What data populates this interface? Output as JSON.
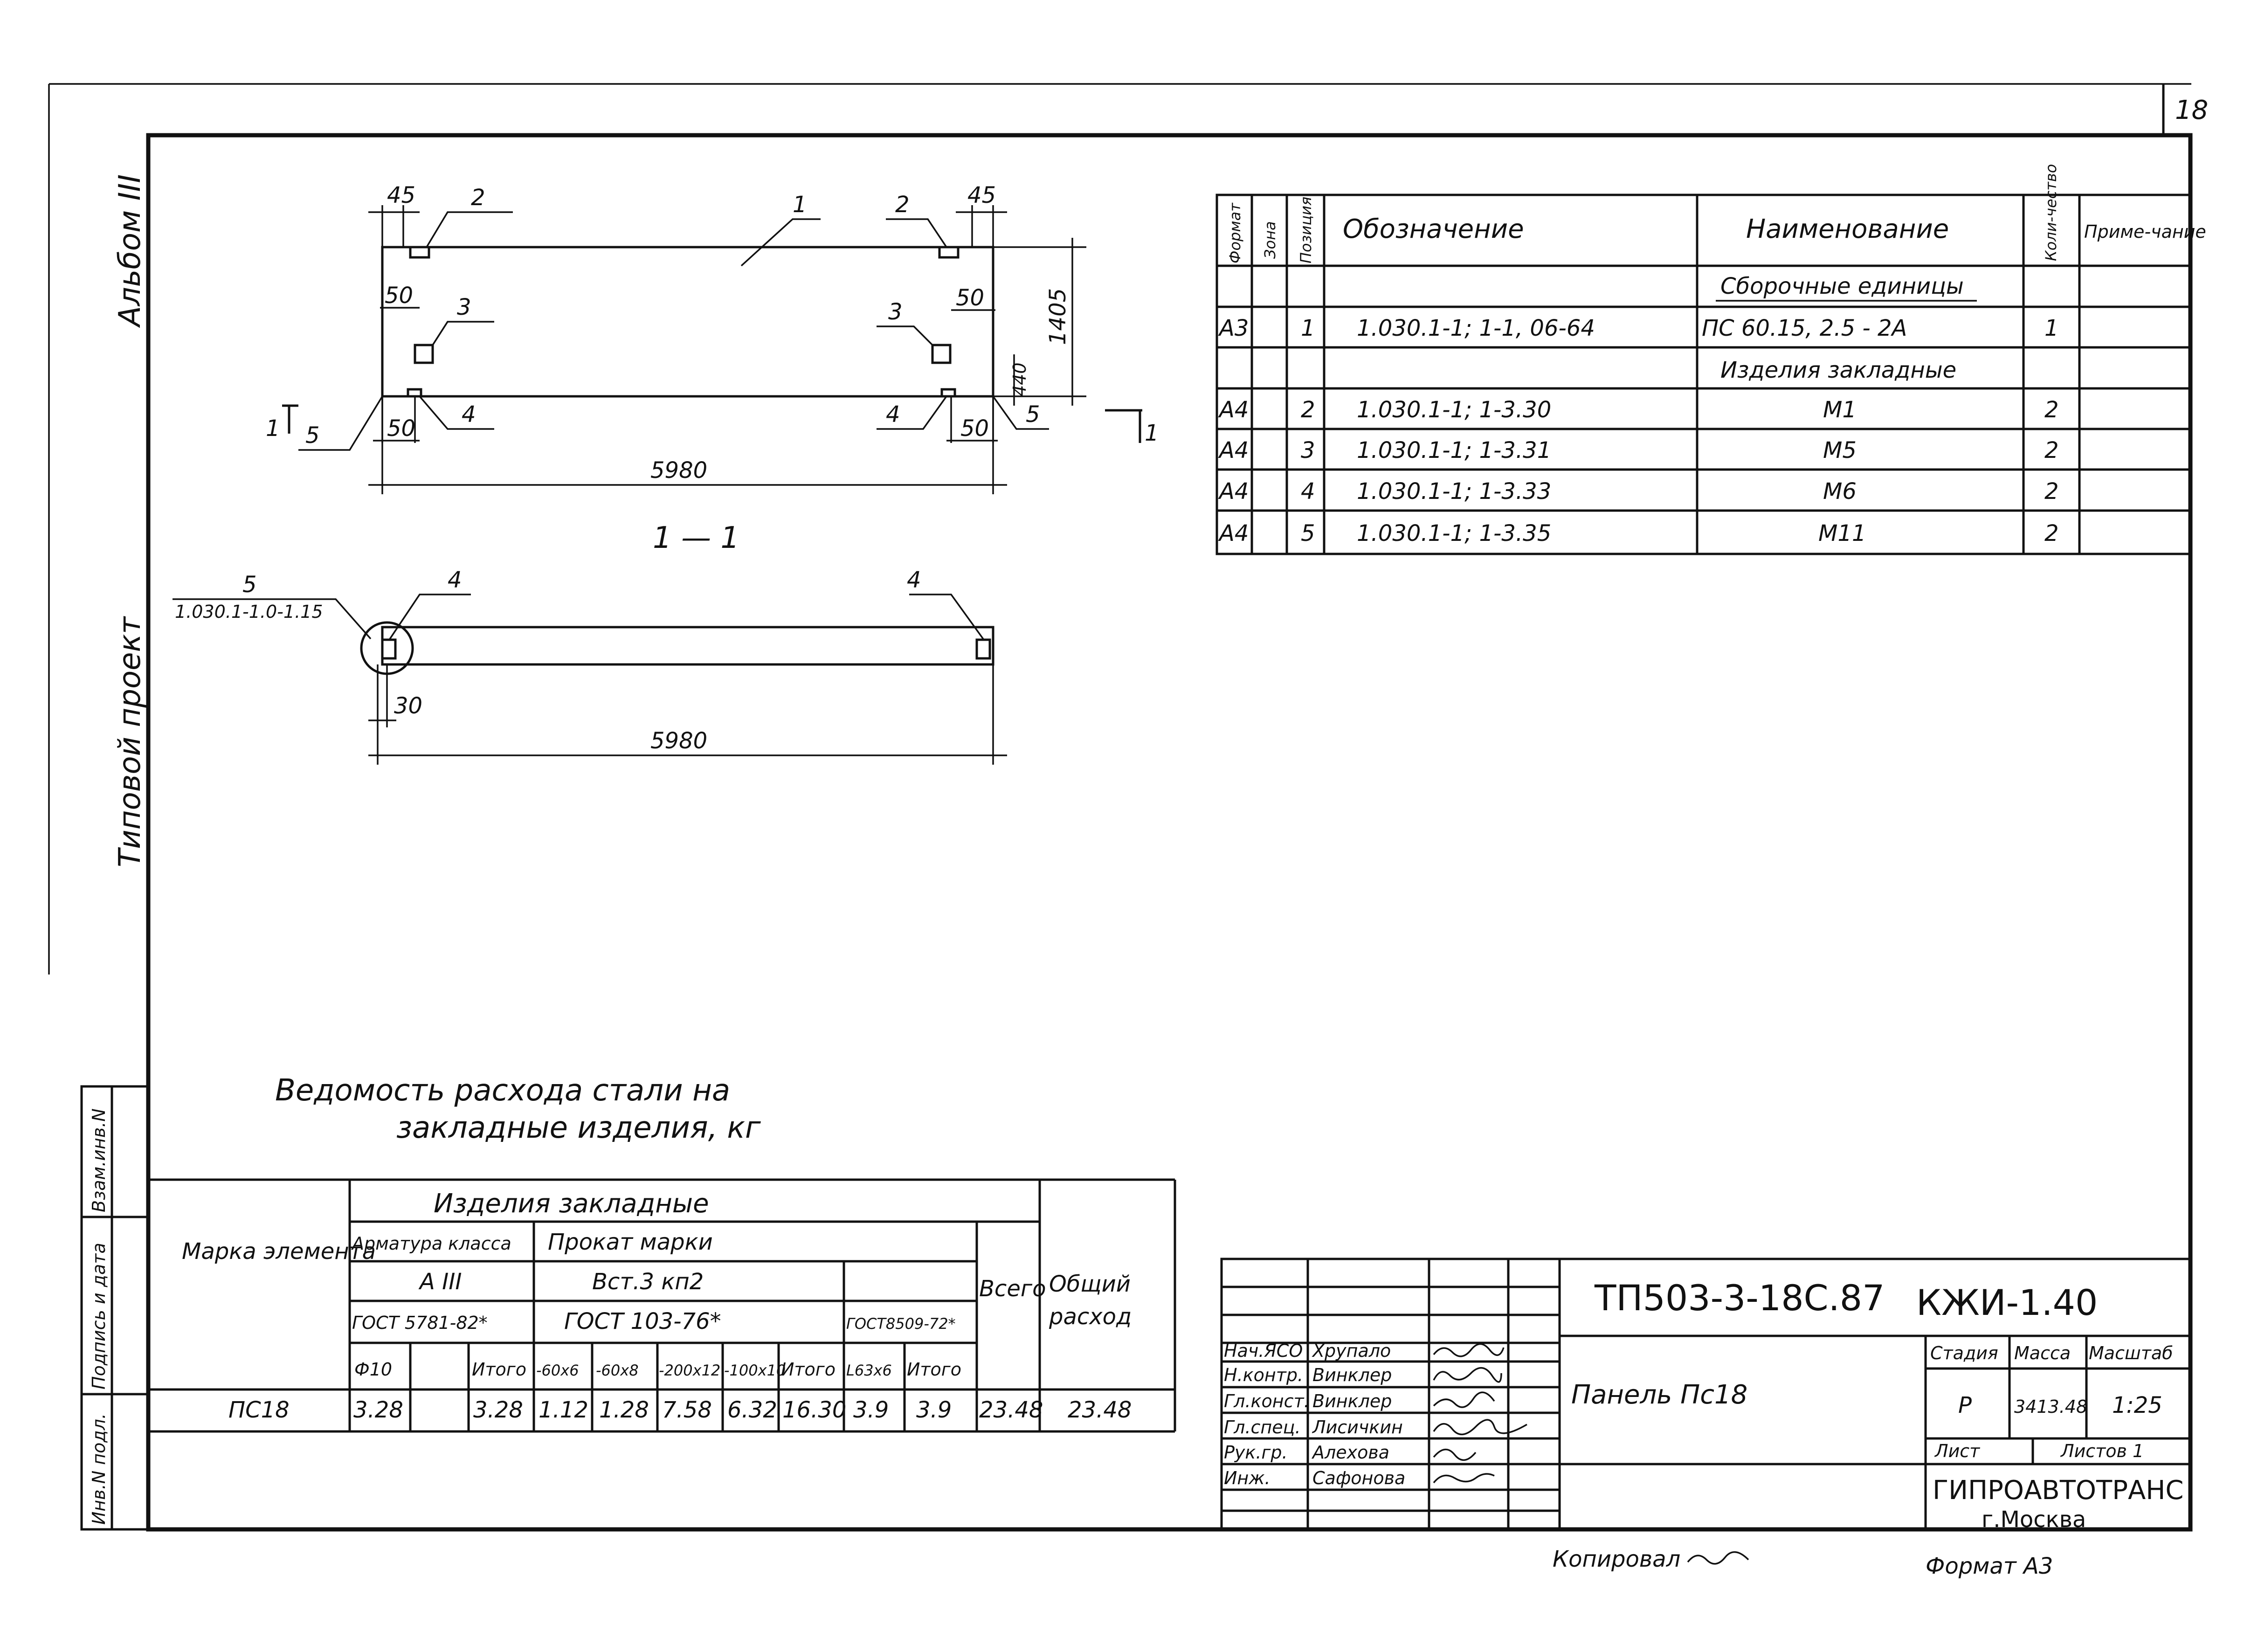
{
  "sheet_number": "18",
  "side_stamp": {
    "album": "Альбом III",
    "typical_project": "Типовой проект",
    "fields": [
      "Инв.N подл.",
      "Подпись и дата",
      "Взам.инв.N"
    ]
  },
  "plan_view": {
    "dims": {
      "left_top": "45",
      "right_top": "45",
      "left_mid": "50",
      "right_mid": "50",
      "left_bot": "50",
      "right_bot": "50",
      "height": "1405",
      "small": "440",
      "length": "5980"
    },
    "leaders": {
      "p1": "1",
      "p2a": "2",
      "p2b": "2",
      "p3a": "3",
      "p3b": "3",
      "p4a": "4",
      "p4b": "4",
      "p5a": "5",
      "p5b": "5"
    },
    "cut_left": "1",
    "cut_right": "1"
  },
  "section_view": {
    "title": "1 — 1",
    "leader5_num": "5",
    "leader5_ref": "1.030.1-1.0-1.15",
    "leaders": {
      "p4a": "4",
      "p4b": "4"
    },
    "dims": {
      "offset": "30",
      "length": "5980"
    }
  },
  "spec_table": {
    "headers": {
      "format": "Формат",
      "zone": "Зона",
      "pos": "Позиция",
      "designation": "Обозначение",
      "name": "Наименование",
      "qty": "Коли-чество",
      "note": "Приме-чание"
    },
    "group1": "Сборочные единицы",
    "group2": "Изделия закладные",
    "rows": [
      {
        "format": "А3",
        "pos": "1",
        "designation": "1.030.1-1; 1-1, 06-64",
        "name": "ПС 60.15, 2.5 - 2А",
        "qty": "1"
      },
      {
        "format": "А4",
        "pos": "2",
        "designation": "1.030.1-1; 1-3.30",
        "name": "М1",
        "qty": "2"
      },
      {
        "format": "А4",
        "pos": "3",
        "designation": "1.030.1-1; 1-3.31",
        "name": "М5",
        "qty": "2"
      },
      {
        "format": "А4",
        "pos": "4",
        "designation": "1.030.1-1; 1-3.33",
        "name": "М6",
        "qty": "2"
      },
      {
        "format": "А4",
        "pos": "5",
        "designation": "1.030.1-1; 1-3.35",
        "name": "М11",
        "qty": "2"
      }
    ]
  },
  "steel_table": {
    "title1": "Ведомость расхода стали на",
    "title2": "закладные изделия, кг",
    "h_mark": "Марка элемента",
    "h_items": "Изделия закладные",
    "h_rebar": "Арматура класса",
    "h_rebar_class": "А III",
    "h_rebar_gost": "ГОСТ 5781-82*",
    "h_rolled": "Прокат марки",
    "h_rolled_grade": "Вст.3 кп2",
    "h_rolled_gost": "ГОСТ 103-76*",
    "h_gost2": "ГОСТ8509-72*",
    "h_total": "Всего",
    "h_overall": "Общий расход",
    "sub": [
      "Ф10",
      "",
      "Итого",
      "-60х6",
      "-60х8",
      "-200х12",
      "-100х10",
      "Итого",
      "L63х6",
      "Итого"
    ],
    "row": {
      "mark": "ПС18",
      "values": [
        "3.28",
        "",
        "3.28",
        "1.12",
        "1.28",
        "7.58",
        "6.32",
        "16.30",
        "3.9",
        "3.9"
      ],
      "total": "23.48",
      "overall": "23.48"
    }
  },
  "title_block": {
    "code": "ТП503-3-18С.87",
    "doc": "КЖИ-1.40",
    "name": "Панель  Пс18",
    "roles": [
      "Нач.ЯСО",
      "Н.контр.",
      "Гл.конст.",
      "Гл.спец.",
      "Рук.гр.",
      "Инж."
    ],
    "people": [
      "Хрупало",
      "Винклер",
      "Винклер",
      "Лисичкин",
      "Алехова",
      "Сафонова"
    ],
    "stage_label": "Стадия",
    "mass_label": "Масса",
    "scale_label": "Масштаб",
    "stage": "Р",
    "mass": "3413.48",
    "scale": "1:25",
    "sheet_label": "Лист",
    "sheets_label": "Листов 1",
    "org": "ГИПРОАВТОТРАНС",
    "city": "г.Москва"
  },
  "footer": {
    "copied": "Копировал",
    "format": "Формат А3"
  }
}
